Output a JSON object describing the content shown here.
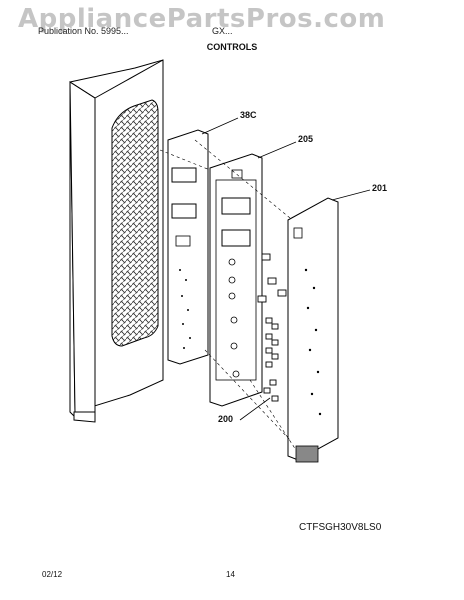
{
  "watermark": "AppliancePartsPros.com",
  "header": {
    "left": "Publication No. 5995...",
    "right": "GX...",
    "section_title": "CONTROLS"
  },
  "callouts": {
    "c38c": "38C",
    "c205": "205",
    "c201": "201",
    "c200": "200"
  },
  "model_number": "CTFSGH30V8LS0",
  "footer": {
    "date": "02/12",
    "page": "14"
  }
}
